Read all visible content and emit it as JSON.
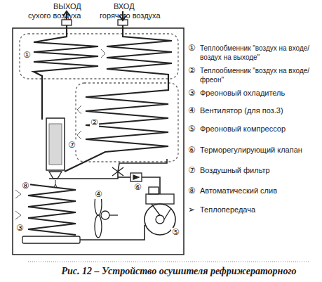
{
  "diagram": {
    "caption": "Рис. 12 – Устройство осушителя рефрижераторного",
    "labels": [
      "ВЫХОД",
      "сухого воздуха",
      "ВХОД",
      "горячего воздуха",
      "①",
      "②",
      "③",
      "④",
      "⑤",
      "⑥",
      "⑦",
      "⑧",
      "①",
      "Теплообменник \"воздух на входе/воздух на выходе\"",
      "②",
      "Теплообменник \"воздух на входе/фреон\"",
      "③",
      "Фреоновый охладитель",
      "④",
      "Вентилятор (для поз.3)",
      "⑤",
      "Фреоновый компрессор",
      "⑥",
      "Терморегулирующий клапан",
      "⑦",
      "Воздушный фильтр",
      "⑧",
      "Автоматический слив",
      "➢",
      "Теплопередача"
    ]
  }
}
